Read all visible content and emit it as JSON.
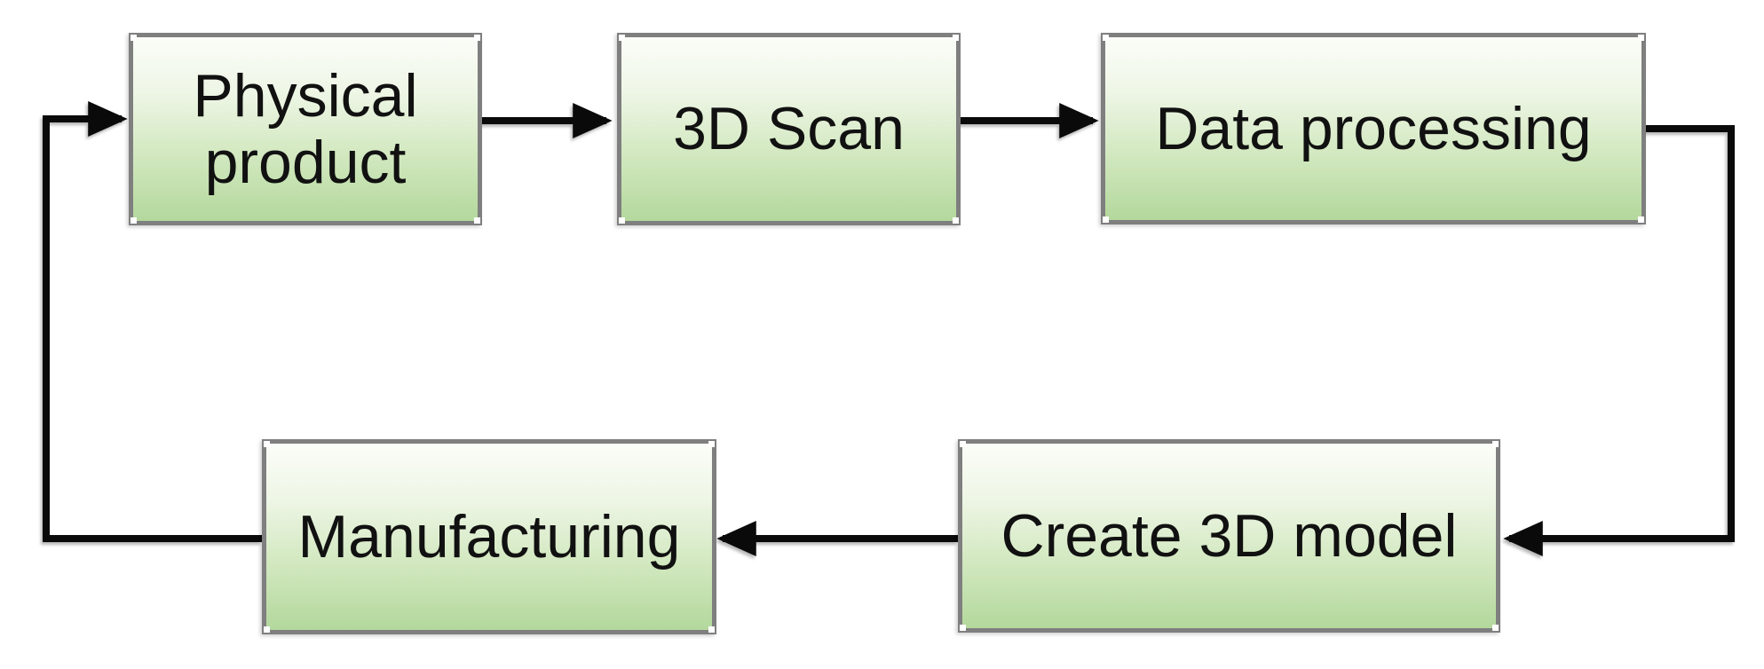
{
  "diagram": {
    "type": "flowchart-cycle",
    "background_color": "#ffffff",
    "nodes": [
      {
        "id": "physical-product",
        "label": "Physical product"
      },
      {
        "id": "3d-scan",
        "label": "3D Scan"
      },
      {
        "id": "data-processing",
        "label": "Data processing"
      },
      {
        "id": "create-3d-model",
        "label": "Create 3D model"
      },
      {
        "id": "manufacturing",
        "label": "Manufacturing"
      }
    ],
    "edges": [
      {
        "from": "Physical product",
        "to": "3D Scan"
      },
      {
        "from": "3D Scan",
        "to": "Data processing"
      },
      {
        "from": "Data processing",
        "to": "Create 3D model"
      },
      {
        "from": "Create 3D model",
        "to": "Manufacturing"
      },
      {
        "from": "Manufacturing",
        "to": "Physical product"
      }
    ],
    "style": {
      "node_border_color": "#7f7f7f",
      "node_gradient_top": "#fbfdf8",
      "node_gradient_bottom": "#b3d89c",
      "node_text_color": "#111111",
      "arrow_color": "#0a0a0a",
      "selection_handle_color": "#ffffff"
    }
  }
}
